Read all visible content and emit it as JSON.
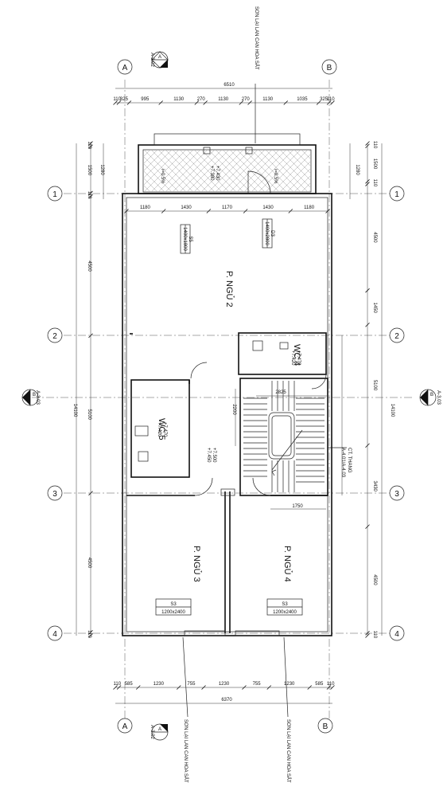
{
  "grid": {
    "cols": [
      "A",
      "B"
    ],
    "rows": [
      "1",
      "2",
      "3",
      "4"
    ]
  },
  "section_marks": {
    "top": {
      "letter": "A",
      "ref": "A-3.02"
    },
    "bottom": {
      "letter": "A",
      "ref": "A-3.02"
    },
    "left": {
      "letter": "B",
      "ref": "A-3.03"
    },
    "right": {
      "letter": "B",
      "ref": "A-3.03"
    }
  },
  "notes": {
    "top": "SƠN LẠI LAN CAN HOA SẮT",
    "bottom_left": "SƠN LẠI LAN CAN HOA SẮT",
    "bottom_right": "SƠN LẠI LAN CAN HOA SẮT",
    "stair": "CT. THANG",
    "stair_ref": "A-4.01/A-4.03"
  },
  "rooms": {
    "bed2": "P. NGỦ 2",
    "bed3": "P. NGỦ 3",
    "bed4": "P. NGỦ 4",
    "wc4": "WC 4",
    "wc5": "WC 5"
  },
  "openings": {
    "s5": {
      "code": "S5",
      "size": "1400x1800"
    },
    "d3": {
      "code": "D3",
      "size": "1400x2800"
    },
    "s3a": {
      "code": "S3",
      "size": "1200x2400"
    },
    "s3b": {
      "code": "S3",
      "size": "1200x2400"
    }
  },
  "levels": {
    "balcony_a": "+7.430",
    "balcony_b": "+7.380",
    "slope_l": "i=0.5%",
    "slope_r": "i=0.5%",
    "wc4_a": "+7.470",
    "wc4_b": "+7.420",
    "wc5_a": "+7.470",
    "wc5_b": "+7.420",
    "hall_a": "+7.500",
    "hall_b": "+7.450"
  },
  "dimensions": {
    "top_total": "6510",
    "top_chain": [
      "110",
      "325",
      "995",
      "1130",
      "270",
      "1130",
      "270",
      "1130",
      "1035",
      "325",
      "110"
    ],
    "bottom_total": "6370",
    "bottom_chain": [
      "110",
      "585",
      "1230",
      "755",
      "1230",
      "755",
      "1230",
      "585",
      "110"
    ],
    "bed2_chain": [
      "1180",
      "1430",
      "1170",
      "1430",
      "1180"
    ],
    "stair_w": "2825",
    "stair_b": "1750",
    "stair_h": "2200",
    "left_total": "14100",
    "left_seg": [
      "110",
      "1500",
      "110",
      "4500",
      "5100",
      "4500",
      "110"
    ],
    "left_inner": [
      "1280"
    ],
    "right_total": "14100",
    "right_seg": [
      "110",
      "1500",
      "110",
      "4500",
      "1450",
      "5100",
      "3430",
      "4500",
      "110"
    ],
    "right_inner": [
      "1280"
    ]
  }
}
